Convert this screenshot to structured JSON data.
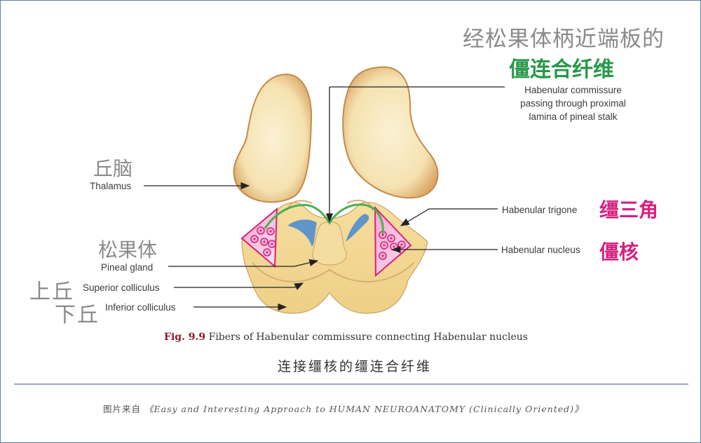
{
  "header": {
    "cn_subtitle": "经松果体柄近端板的",
    "cn_title_green": "僵连合纤维"
  },
  "labels": {
    "commissure": {
      "line1": "Habenular commissure",
      "line2": "passing through proximal",
      "line3": "lamina of pineal stalk"
    },
    "thalamus": {
      "en": "Thalamus",
      "cn": "丘脑"
    },
    "pineal": {
      "en": "Pineal gland",
      "cn": "松果体"
    },
    "superior": {
      "en": "Superior colliculus",
      "cn": "上丘"
    },
    "inferior": {
      "en": "Inferior colliculus",
      "cn": "下丘"
    },
    "trigone": {
      "en": "Habenular trigone",
      "cn": "缰三角"
    },
    "nucleus": {
      "en": "Habenular nucleus",
      "cn": "僵核"
    }
  },
  "caption": {
    "fig_label": "Fig. 9.9",
    "text": " Fibers of Habenular commissure connecting Habenular nucleus",
    "cn": "连接缰核的缰连合纤维"
  },
  "source": {
    "cn_prefix": "图片来自",
    "text": "《Easy and Interesting Approach to HUMAN NEUROANATOMY (Clinically Oriented)》"
  },
  "colors": {
    "green_title": "#27984a",
    "pink_label": "#d6207f",
    "fig_label": "#8b1c2a",
    "divider": "#9aa3d6",
    "tissue": "#f2d79a",
    "tissue_edge": "#c48a4a",
    "trigone": "#f08ac0",
    "ventricle": "#5f95c8",
    "fiber": "#4caf50"
  }
}
